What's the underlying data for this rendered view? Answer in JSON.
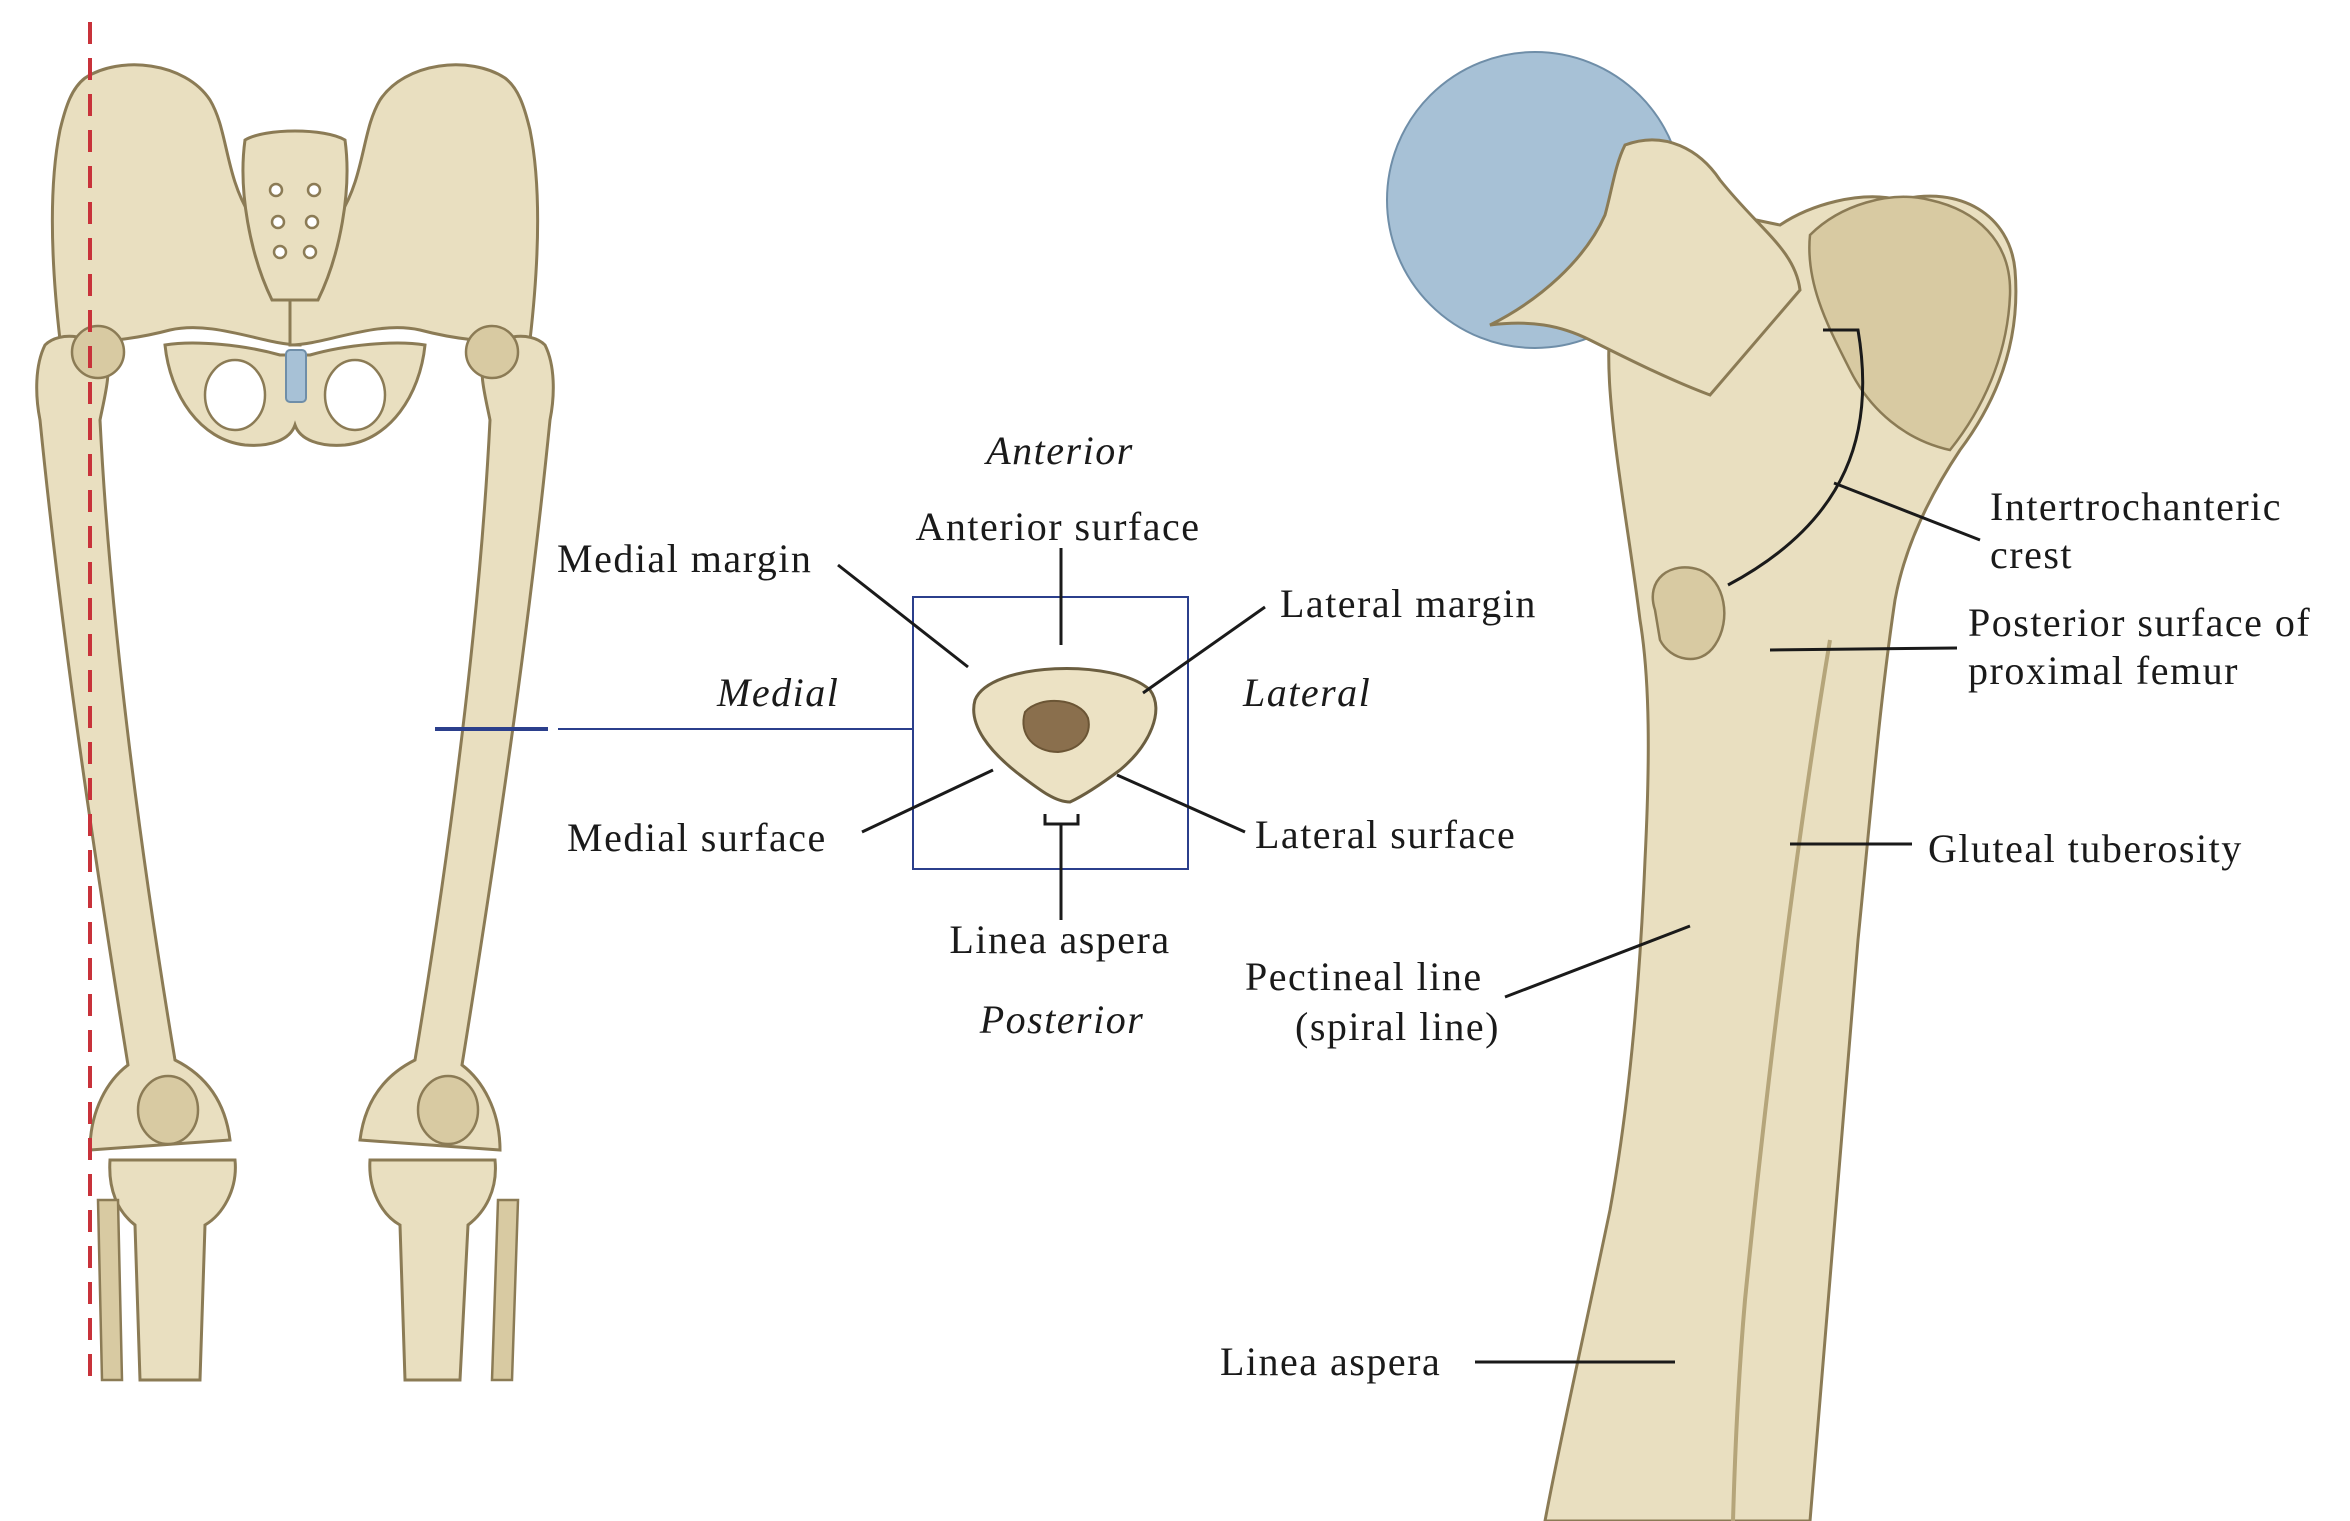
{
  "labels": {
    "anterior": "Anterior",
    "posterior": "Posterior",
    "medial": "Medial",
    "lateral": "Lateral",
    "anterior_surface": "Anterior surface",
    "medial_margin": "Medial margin",
    "lateral_margin": "Lateral margin",
    "medial_surface": "Medial surface",
    "lateral_surface": "Lateral surface",
    "linea_aspera_cross": "Linea aspera",
    "intertrochanteric_1": "Intertrochanteric",
    "intertrochanteric_2": "crest",
    "posterior_surface_1": "Posterior surface of",
    "posterior_surface_2": "proximal femur",
    "gluteal_tuberosity": "Gluteal tuberosity",
    "pectineal_1": "Pectineal line",
    "pectineal_2": "(spiral line)",
    "linea_aspera_femur": "Linea aspera"
  },
  "colors": {
    "bone": "#e9dfc0",
    "bone_outline": "#8b7b55",
    "cartilage": "#a7c1d6",
    "axis_dashed_line": "#c8323a",
    "section_marker": "#2b3f8c",
    "leader_line": "#1a1a1a"
  }
}
